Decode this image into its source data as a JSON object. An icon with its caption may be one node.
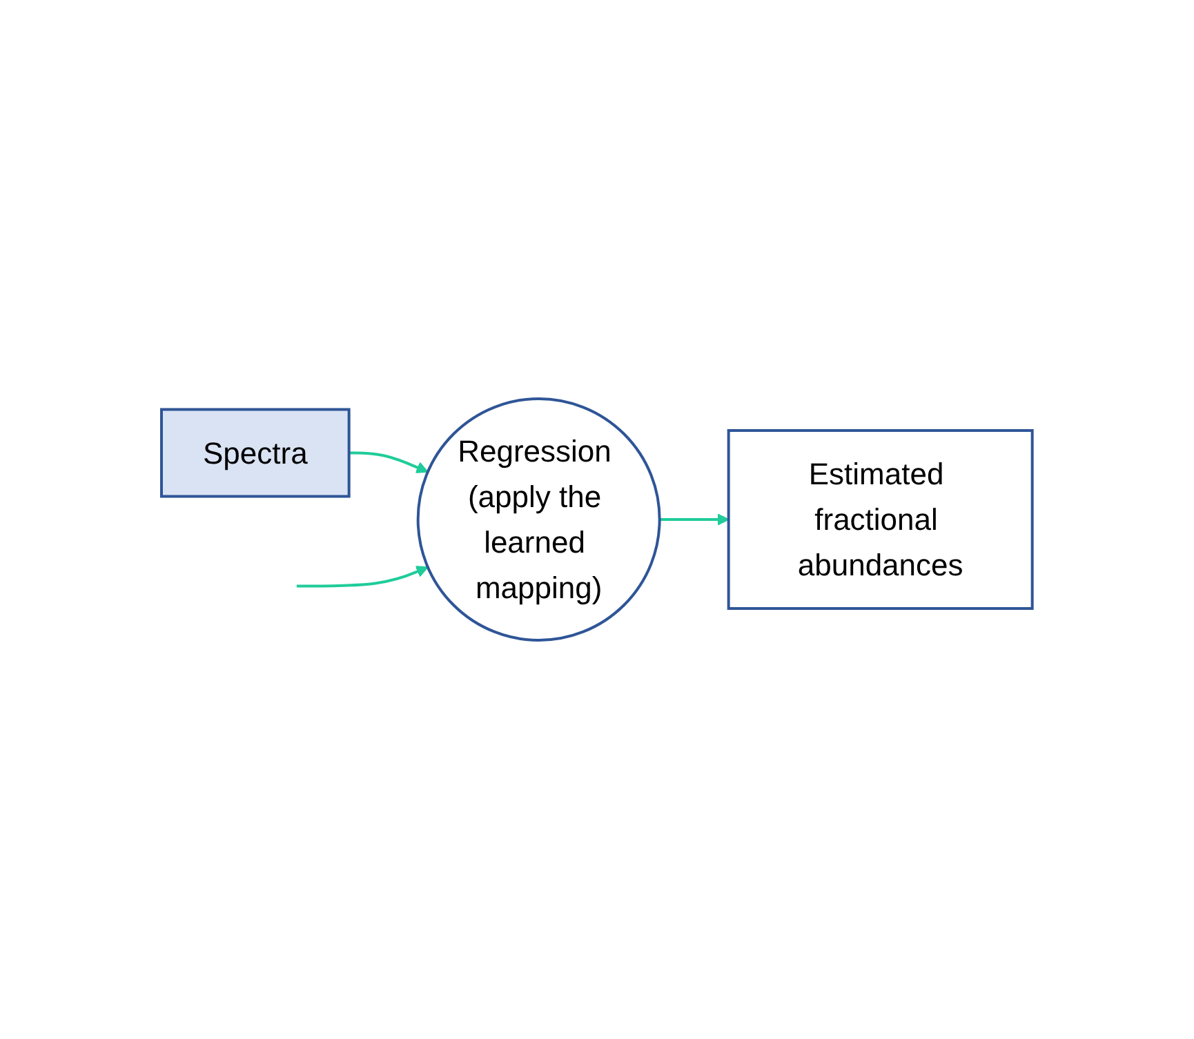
{
  "diagram": {
    "nodes": [
      {
        "text": [
          "Spectra"
        ]
      },
      {
        "text": [
          "Regression (apply the learned mapping)"
        ]
      },
      {
        "text": [
          "Estimated fractional abundances"
        ]
      }
    ],
    "edges": [
      {
        "from": 0,
        "to": 1,
        "arrow": "to"
      },
      {
        "from": 1,
        "to": 2,
        "arrow": "to"
      },
      {
        "from": null,
        "to": 1,
        "arrow": "to"
      }
    ]
  }
}
